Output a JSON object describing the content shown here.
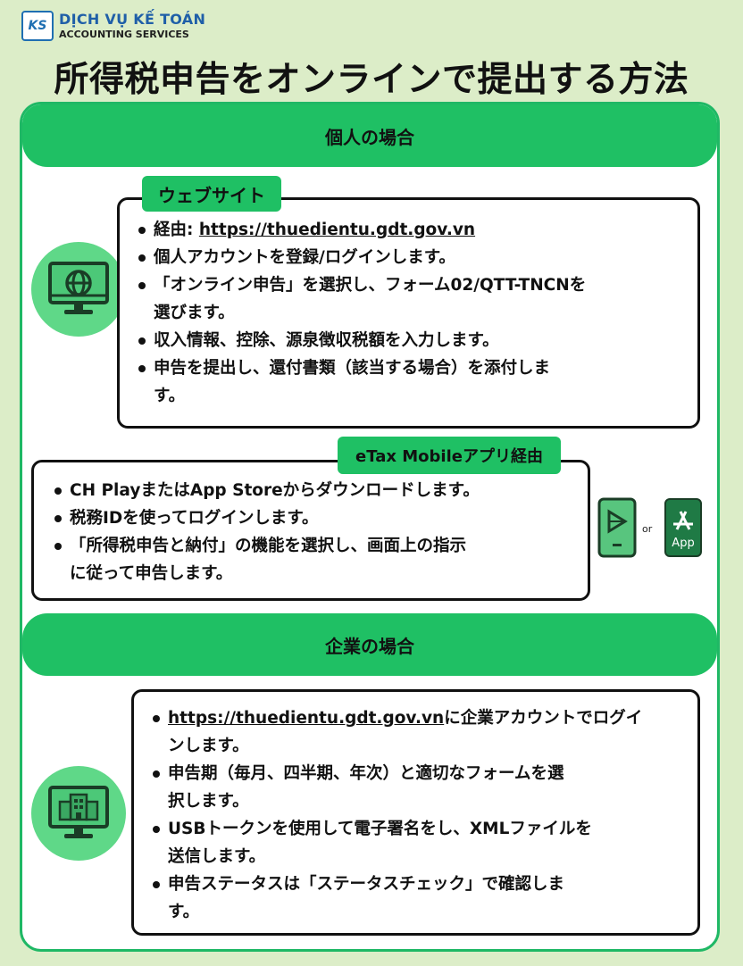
{
  "brand": {
    "mark": "KS",
    "line1": "DỊCH VỤ KẾ TOÁN",
    "line2": "ACCOUNTING SERVICES"
  },
  "title": "所得税申告をオンラインで提出する方法",
  "individual": {
    "header": "個人の場合",
    "website": {
      "tag": "ウェブサイト",
      "via_label": "経由:",
      "url": "https://thuedientu.gdt.gov.vn",
      "items": [
        "個人アカウントを登録/ログインします。",
        "「オンライン申告」を選択し、フォーム02/QTT-TNCNを",
        "選びます。",
        "収入情報、控除、源泉徴収税額を入力します。",
        "申告を提出し、還付書類（該当する場合）を添付しま",
        "す。"
      ]
    },
    "mobile": {
      "tag": "eTax Mobileアプリ経由",
      "items": [
        "CH PlayまたはApp Storeからダウンロードします。",
        "税務IDを使ってログインします。",
        "「所得税申告と納付」の機能を選択し、画面上の指示",
        "に従って申告します。"
      ],
      "or_label": "or",
      "app_label": "App"
    }
  },
  "business": {
    "header": "企業の場合",
    "url": "https://thuedientu.gdt.gov.vn",
    "items": [
      "に企業アカウントでログイ",
      "ンします。",
      "申告期（毎月、四半期、年次）と適切なフォームを選",
      "択します。",
      "USBトークンを使用して電子署名をし、XMLファイルを",
      "送信します。",
      "申告ステータスは「ステータスチェック」で確認しま",
      "す。"
    ]
  },
  "icons": {
    "globe": "globe-monitor-icon",
    "building": "building-monitor-icon",
    "play": "google-play-icon",
    "appstore": "app-store-icon"
  },
  "colors": {
    "accent": "#1fc064",
    "background": "#dcedc8",
    "brand_blue": "#1f5fa8"
  }
}
